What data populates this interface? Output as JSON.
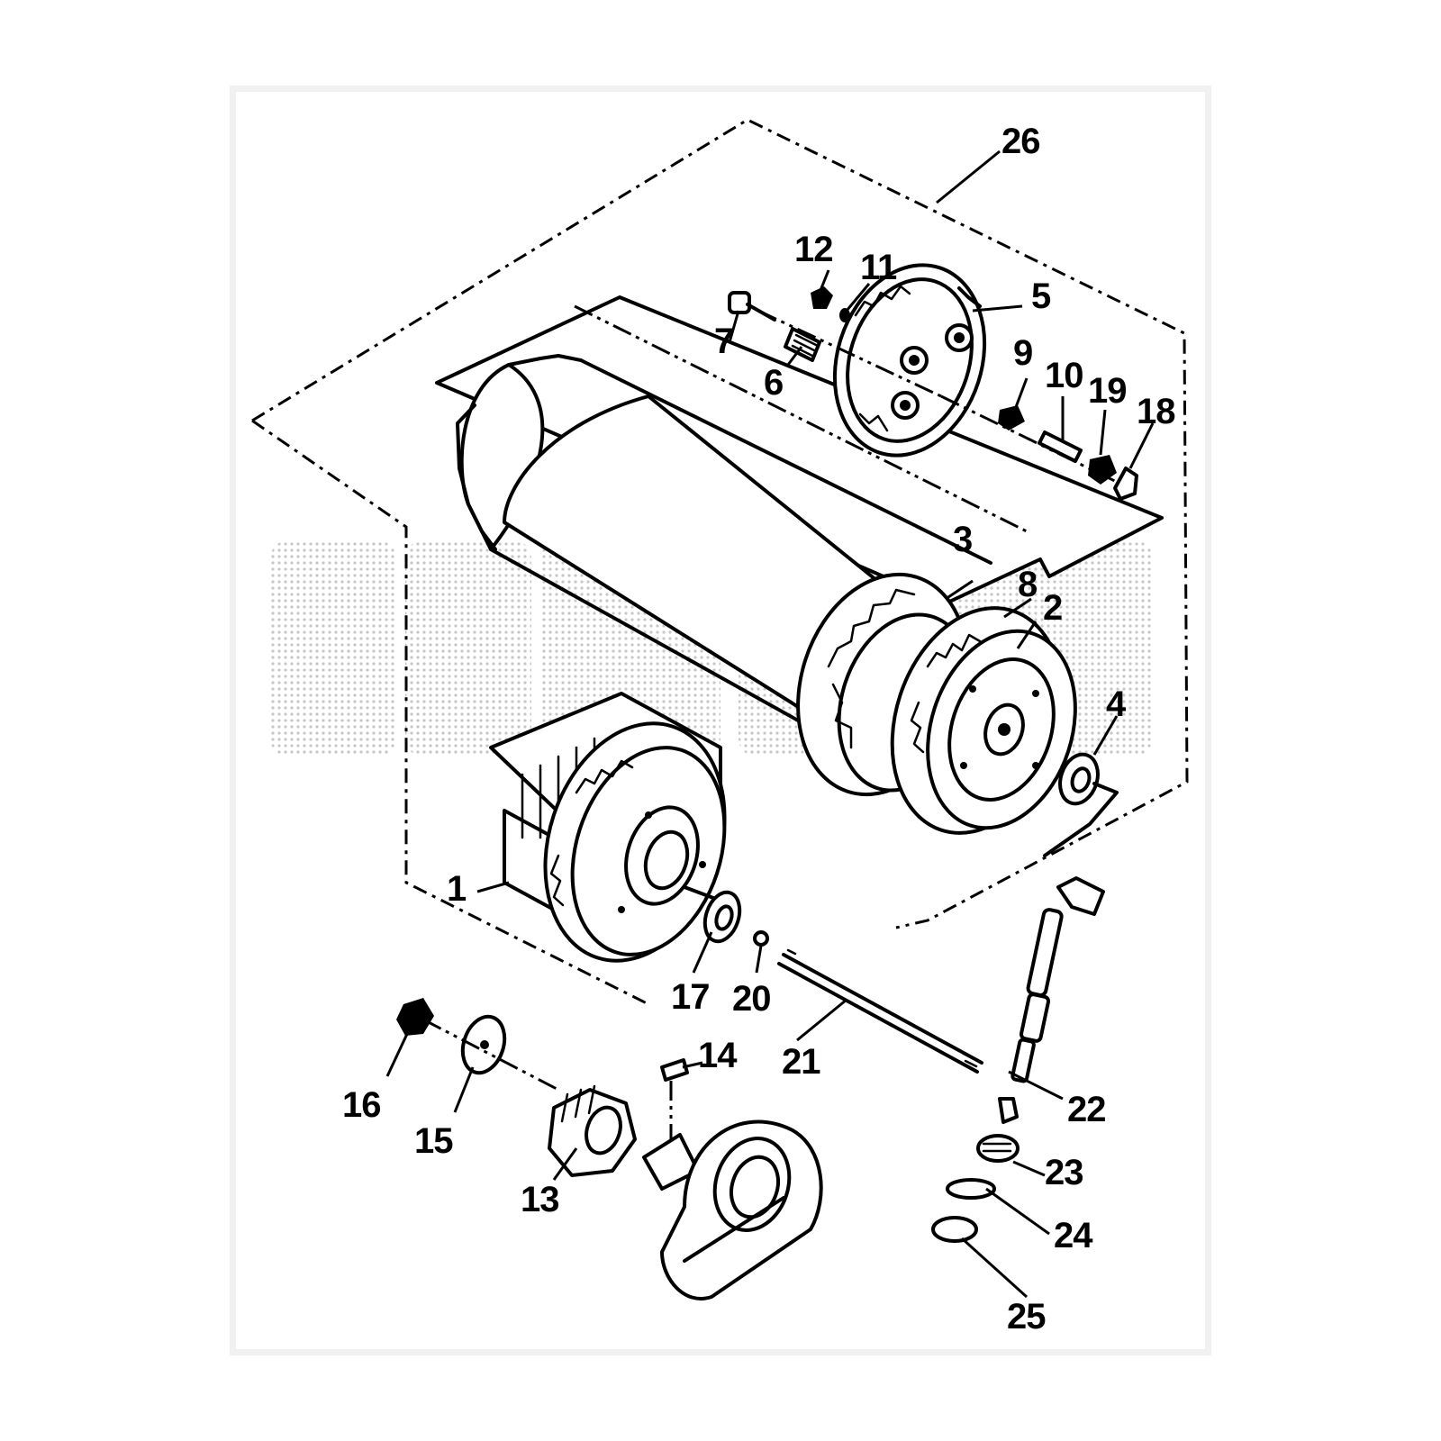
{
  "diagram": {
    "callouts": [
      "1",
      "2",
      "3",
      "4",
      "5",
      "6",
      "7",
      "8",
      "9",
      "10",
      "11",
      "12",
      "13",
      "14",
      "15",
      "16",
      "17",
      "18",
      "19",
      "20",
      "21",
      "22",
      "23",
      "24",
      "25",
      "26"
    ],
    "colors": {
      "ink": "#000000",
      "paper": "#ffffff",
      "frame": "#f1f1f1",
      "watermark": "#c8c8c8"
    }
  }
}
